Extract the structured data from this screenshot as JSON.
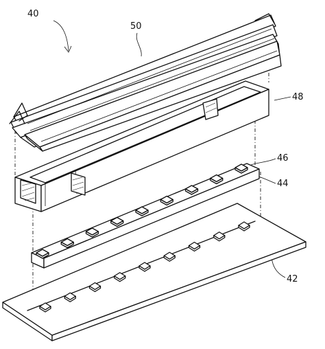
{
  "figure": {
    "labels": {
      "assembly": "40",
      "optical_sheets": "50",
      "reflector_frame": "48",
      "led_chip": "46",
      "strip": "44",
      "board": "42"
    },
    "counts": {
      "board_pads": 9,
      "strip_leds": 9,
      "top_leds": 2
    }
  }
}
